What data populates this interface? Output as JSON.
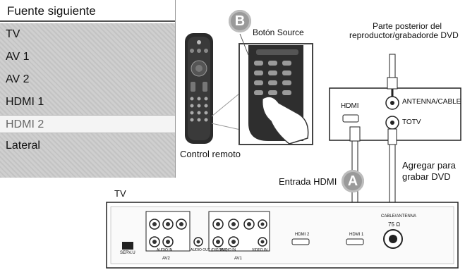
{
  "menu": {
    "title": "Fuente siguiente",
    "items": [
      {
        "label": "TV",
        "selected": false
      },
      {
        "label": "AV 1",
        "selected": false
      },
      {
        "label": "AV 2",
        "selected": false
      },
      {
        "label": "HDMI 1",
        "selected": false
      },
      {
        "label": "HDMI 2",
        "selected": true
      },
      {
        "label": "Lateral",
        "selected": false
      }
    ]
  },
  "labels": {
    "badge_b": "B",
    "source_button": "Botón Source",
    "remote": "Control remoto",
    "dvd_rear_line1": "Parte posterior del",
    "dvd_rear_line2": "reproductor/grabadorde DVD",
    "hdmi": "HDMI",
    "antenna": "ANTENNA/CABLE",
    "totv": "TOTV",
    "add_record_line1": "Agregar para",
    "add_record_line2": "grabar DVD",
    "hdmi_input": "Entrada HDMI",
    "badge_a": "A",
    "tv": "TV"
  },
  "tv_panel": {
    "serv": "SERV.U",
    "av2": "AV2",
    "av1": "AV1",
    "audio_in": "AUDIO IN",
    "audio_out": "AUDIO OUT (DIGITAL)",
    "video_in": "VIDEO IN",
    "hdmi2": "HDMI 2",
    "hdmi1": "HDMI 1",
    "cable_antenna": "CABLE/ANTENNA",
    "ohm": "75 Ω"
  },
  "colors": {
    "badge": "#9a9a9a",
    "menu_bg": "#cfcfcf",
    "line": "#222222"
  }
}
